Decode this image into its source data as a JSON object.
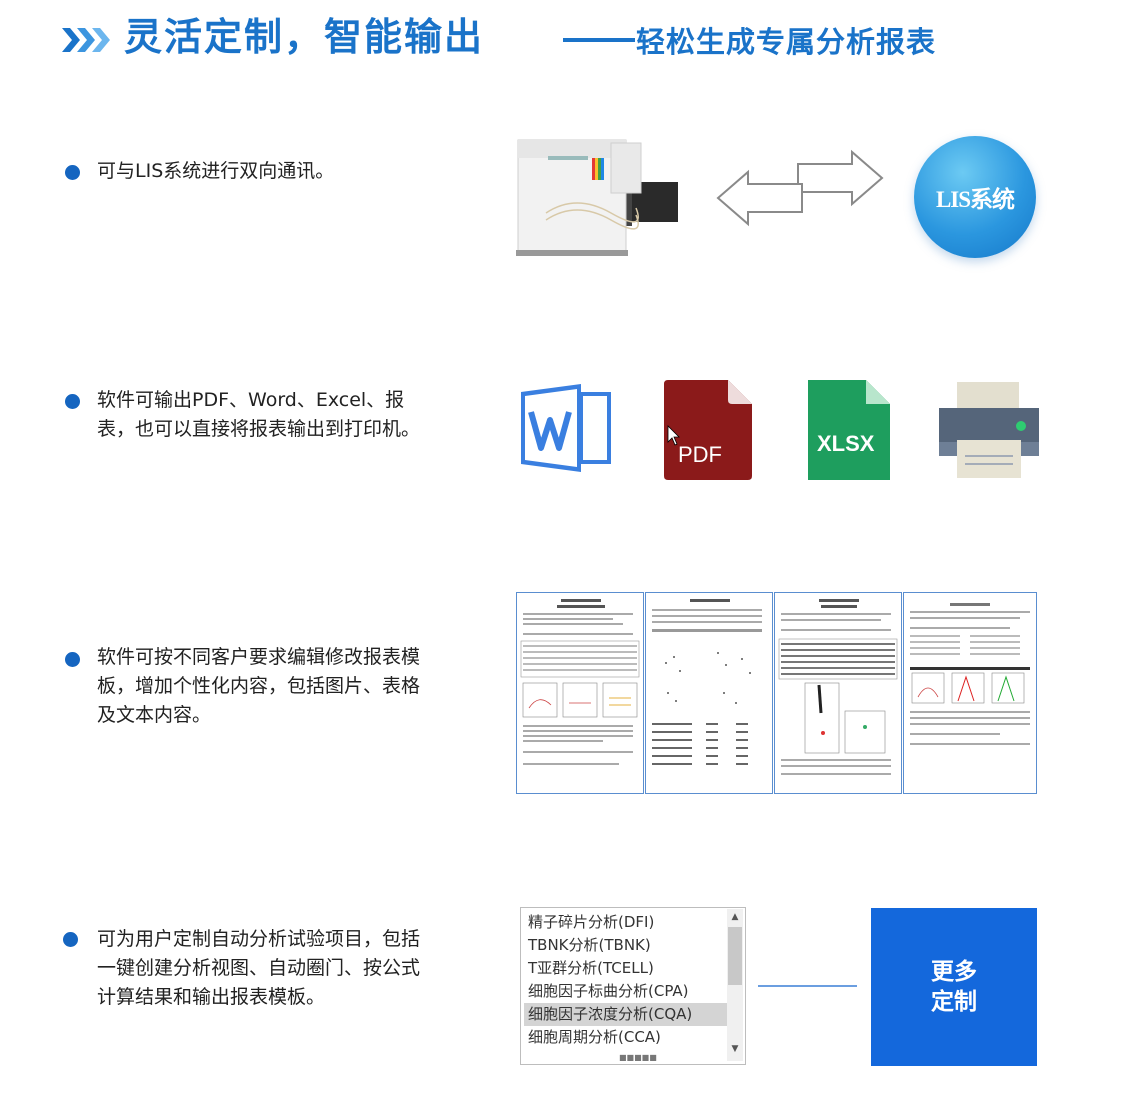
{
  "header": {
    "title_main": "灵活定制，智能输出",
    "title_sub": "轻松生成专属分析报表"
  },
  "features": [
    {
      "text": "可与LIS系统进行双向通讯。"
    },
    {
      "text": "软件可输出PDF、Word、Excel、报表，也可以直接将报表输出到打印机。"
    },
    {
      "text": "软件可按不同客户要求编辑修改报表模板，增加个性化内容，包括图片、表格及文本内容。"
    },
    {
      "text": "可为用户定制自动分析试验项目，包括一键创建分析视图、自动圈门、按公式计算结果和输出报表模板。"
    }
  ],
  "lis": {
    "label": "LIS系统"
  },
  "formats": {
    "word_icon": "word-icon",
    "pdf_label": "PDF",
    "xlsx_label": "XLSX",
    "printer_icon": "printer-icon"
  },
  "analysis_list": {
    "items": [
      "精子碎片分析(DFI)",
      "TBNK分析(TBNK)",
      "T亚群分析(TCELL)",
      "细胞因子标曲分析(CPA)",
      "细胞因子浓度分析(CQA)",
      "细胞周期分析(CCA)"
    ],
    "selected": "细胞因子浓度分析(CQA)"
  },
  "more_button": {
    "line1": "更多",
    "line2": "定制"
  },
  "colors": {
    "accent": "#1a73c9",
    "button": "#1468dc",
    "pdf": "#8b1a1a",
    "xlsx": "#1e9e5e"
  }
}
